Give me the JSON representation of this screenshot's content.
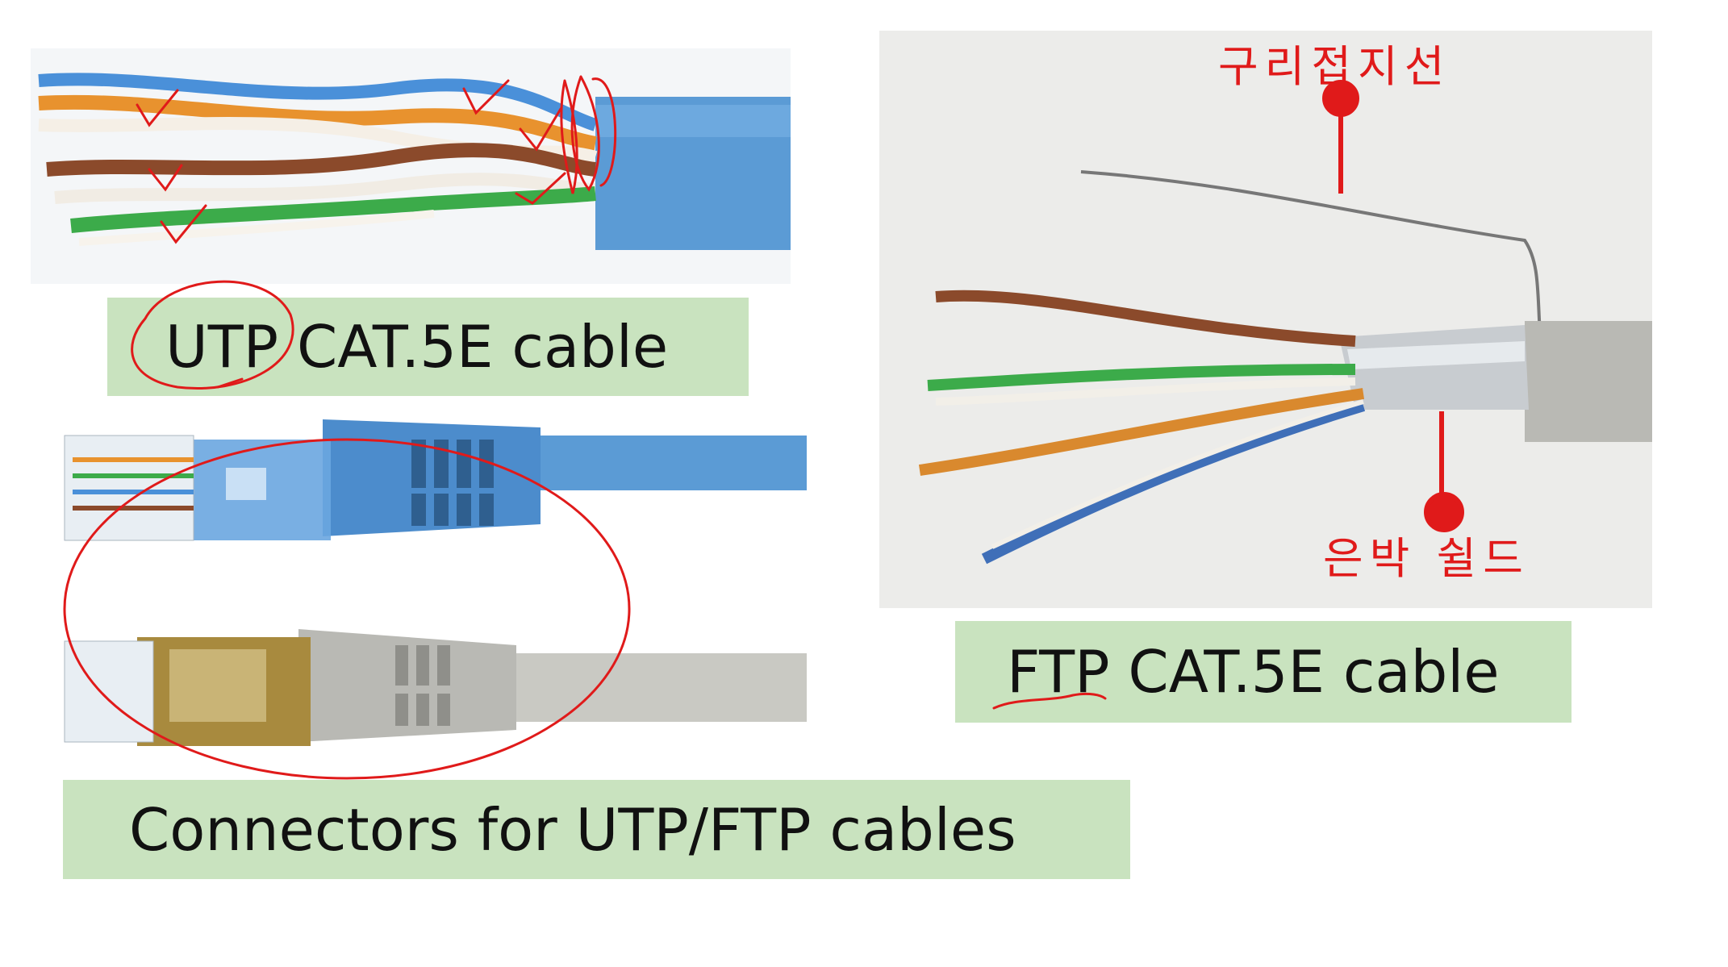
{
  "labels": {
    "utp": "UTP CAT.5E cable",
    "ftp": "FTP CAT.5E cable",
    "connectors": "Connectors for UTP/FTP cables"
  },
  "annotations": {
    "copper_drain_wire": "구리접지선",
    "foil_shield": "은박 쉴드"
  },
  "colors": {
    "label_bg": "#c9e3bf",
    "annotation_red": "#e01a1a",
    "utp_jacket_blue": "#5b9bd5",
    "ftp_jacket_gray": "#b9b9b4"
  }
}
